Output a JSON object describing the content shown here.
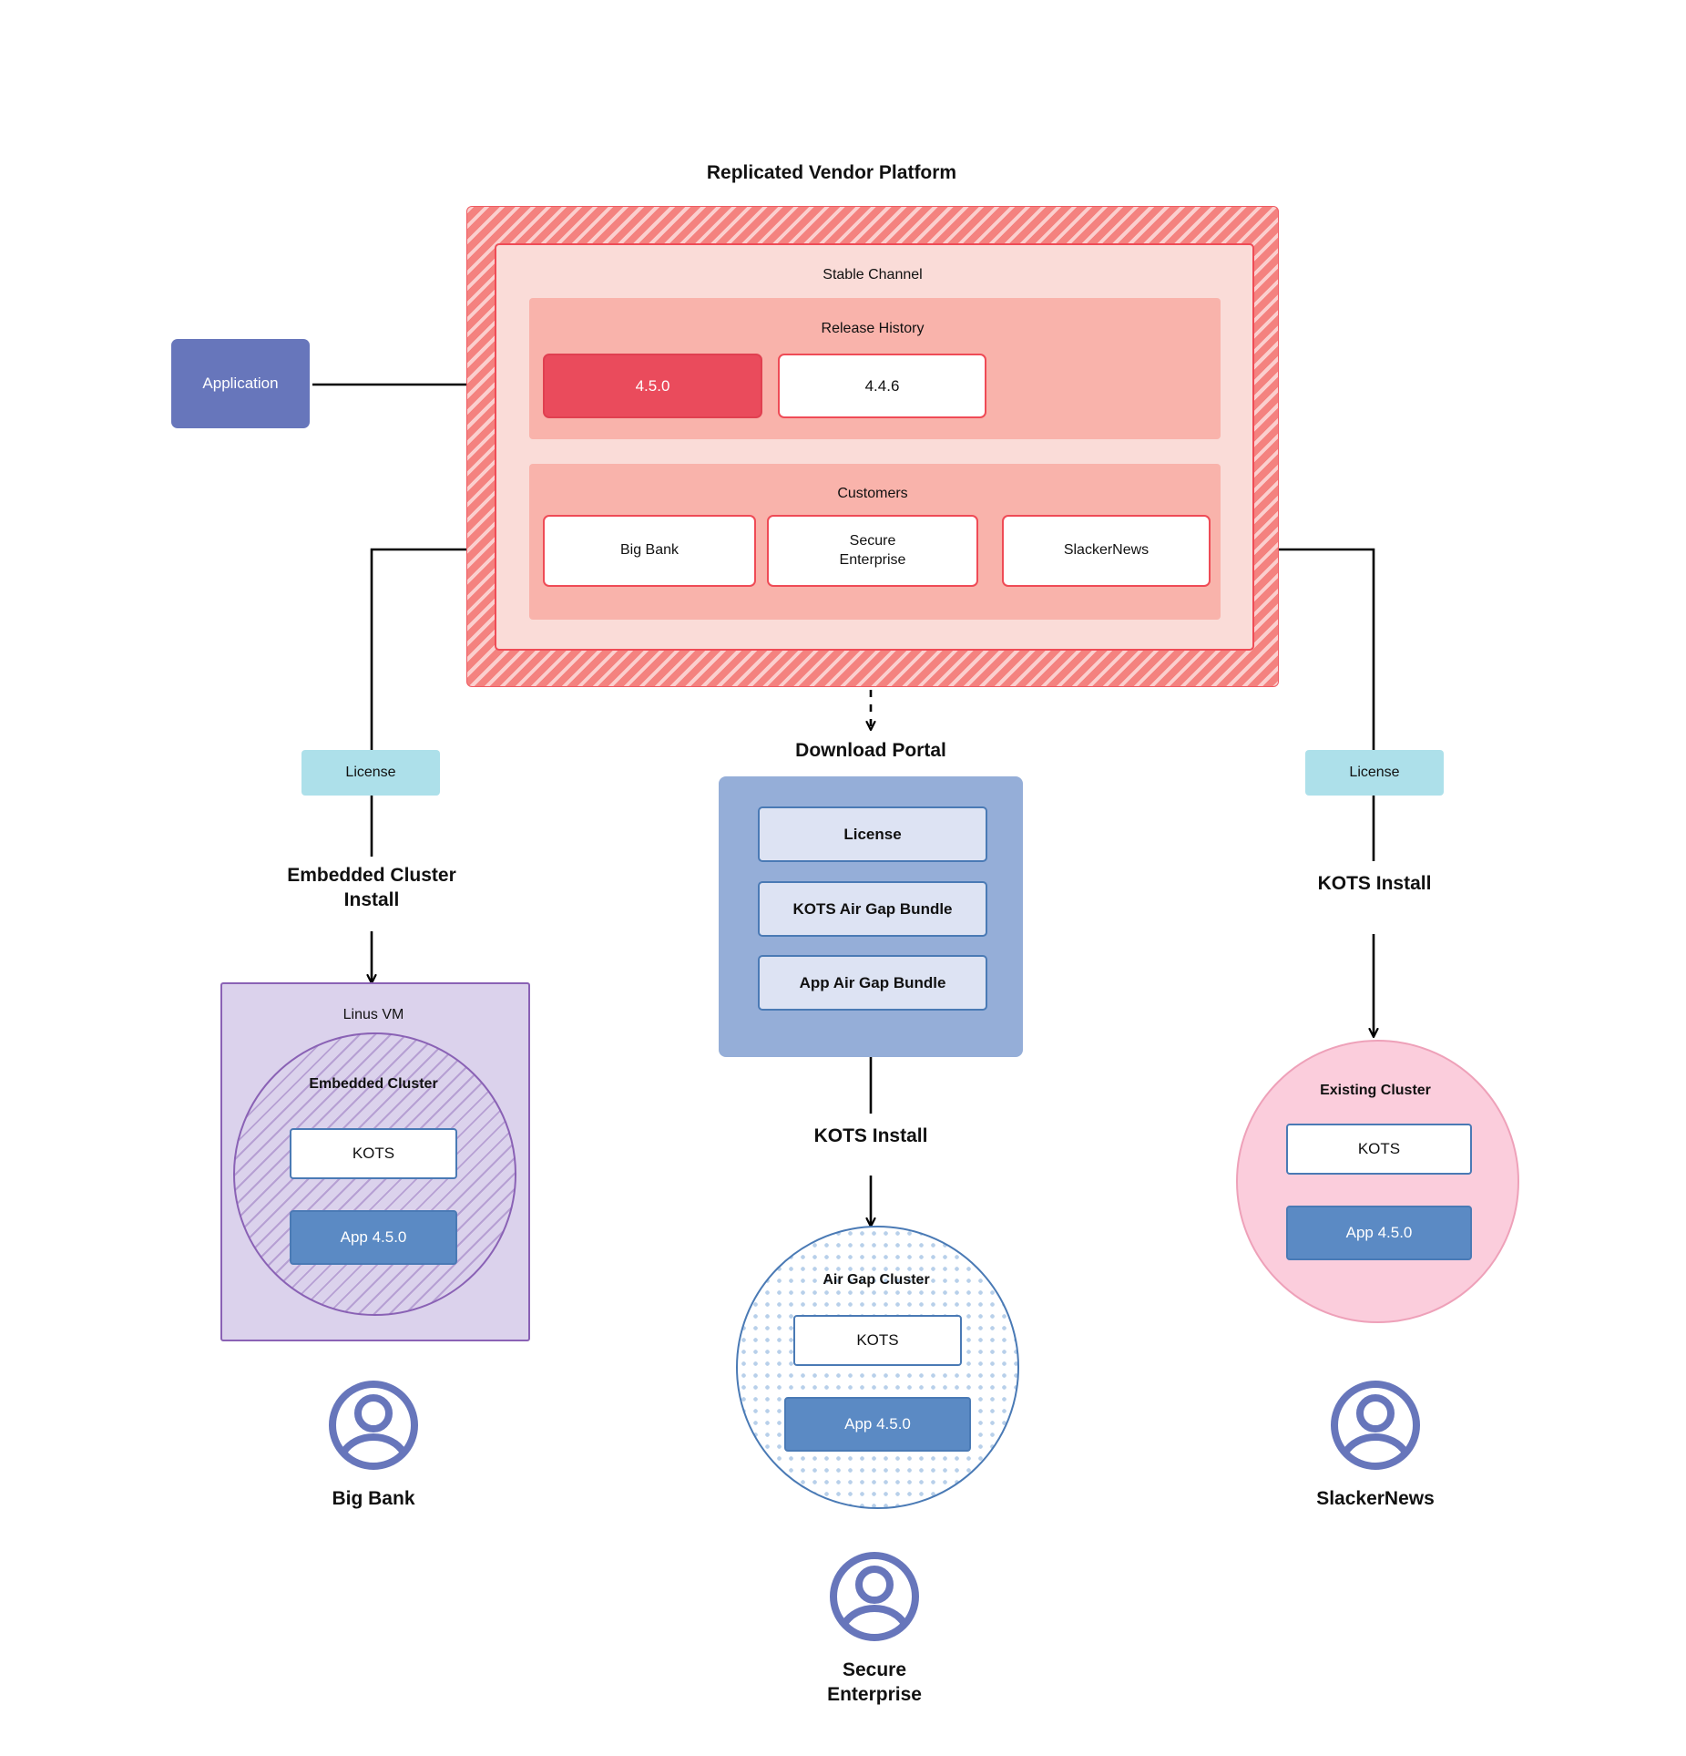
{
  "diagram": {
    "title": "Replicated Vendor Platform",
    "source_node": {
      "label": "Application"
    },
    "channel": {
      "label": "Stable Channel"
    },
    "release_history": {
      "label": "Release History",
      "releases": [
        {
          "version": "4.5.0",
          "state": "current"
        },
        {
          "version": "4.4.6",
          "state": "previous"
        }
      ]
    },
    "customers_section": {
      "label": "Customers",
      "customers": [
        {
          "name": "Big Bank"
        },
        {
          "name": "Secure\nEnterprise"
        },
        {
          "name": "SlackerNews"
        }
      ]
    },
    "branches": {
      "left": {
        "license_label": "License",
        "install_label": "Embedded Cluster\nInstall",
        "host": {
          "label": "Linus VM"
        },
        "cluster": {
          "label": "Embedded Cluster"
        },
        "components": [
          {
            "label": "KOTS"
          },
          {
            "label": "App 4.5.0"
          }
        ],
        "customer_label": "Big Bank"
      },
      "middle": {
        "portal_title": "Download  Portal",
        "portal_items": [
          {
            "label": "License"
          },
          {
            "label": "KOTS Air Gap Bundle"
          },
          {
            "label": "App Air Gap Bundle"
          }
        ],
        "install_label": "KOTS Install",
        "cluster": {
          "label": "Air Gap Cluster"
        },
        "components": [
          {
            "label": "KOTS"
          },
          {
            "label": "App 4.5.0"
          }
        ],
        "customer_label": "Secure\nEnterprise"
      },
      "right": {
        "license_label": "License",
        "install_label": "KOTS Install",
        "cluster": {
          "label": "Existing Cluster"
        },
        "components": [
          {
            "label": "KOTS"
          },
          {
            "label": "App 4.5.0"
          }
        ],
        "customer_label": "SlackerNews"
      }
    },
    "colors": {
      "platform_hatch": "#f4827f",
      "platform_border": "#ef4b56",
      "channel_fill": "#fadcd8",
      "section_fill": "#f9b3ab",
      "release_current": "#ea4b5c",
      "application": "#6776bb",
      "license_chip": "#ade0ea",
      "portal": "#95aed8",
      "portal_item": "#dde3f3",
      "vm": "#dbd2ec",
      "vm_border": "#8a62b5",
      "airgap_border": "#4a7ab5",
      "existing_cluster": "#fbcddc",
      "app_version_box": "#5b8ac4",
      "avatar": "#6776bb",
      "connector": "#000000"
    }
  }
}
